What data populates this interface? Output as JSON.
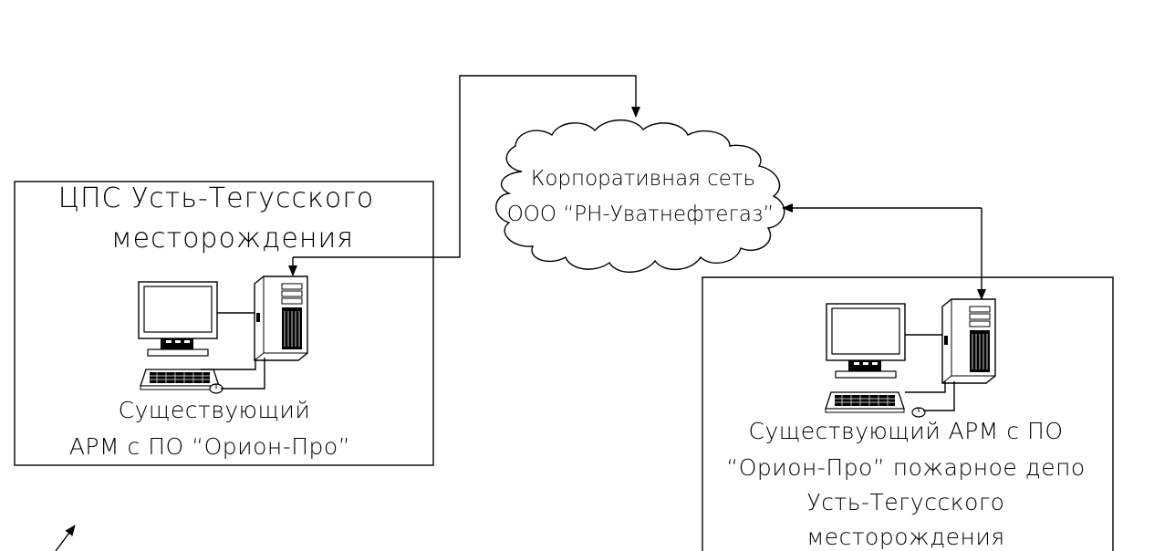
{
  "cloud": {
    "line1": "Корпоративная сеть",
    "line2": "ООО “РН-Уватнефтегаз”"
  },
  "left_box": {
    "title_line1": "ЦПС Усть-Тегусского",
    "title_line2": "месторождения",
    "caption_line1": "Существующий",
    "caption_line2": "АРМ с ПО “Орион-Про”"
  },
  "right_box": {
    "caption_line1": "Существующий АРМ с ПО",
    "caption_line2": "“Орион-Про” пожарное депо",
    "caption_line3": "Усть-Тегусского",
    "caption_line4": "месторождения"
  }
}
